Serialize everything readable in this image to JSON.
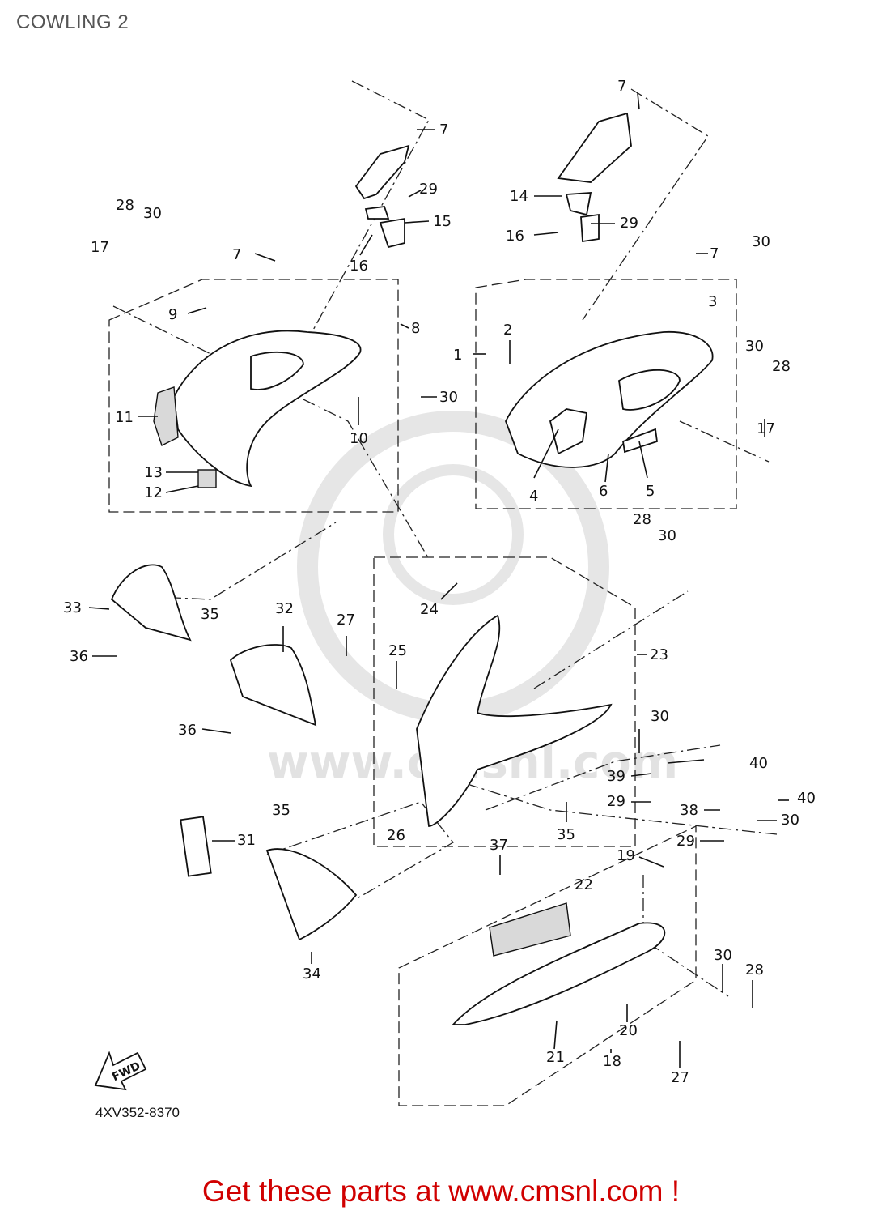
{
  "title": "COWLING 2",
  "part_code": "4XV352-8370",
  "promo": "Get these parts at www.cmsnl.com !",
  "watermark": "www.cmsnl.com",
  "fwd_label": "FWD",
  "callouts": [
    "1",
    "2",
    "3",
    "4",
    "5",
    "6",
    "7",
    "7",
    "7",
    "7",
    "8",
    "9",
    "10",
    "11",
    "12",
    "13",
    "14",
    "15",
    "16",
    "16",
    "17",
    "17",
    "18",
    "19",
    "20",
    "21",
    "22",
    "23",
    "24",
    "25",
    "26",
    "27",
    "27",
    "28",
    "28",
    "28",
    "28",
    "29",
    "29",
    "29",
    "29",
    "30",
    "30",
    "30",
    "30",
    "30",
    "30",
    "30",
    "30",
    "31",
    "32",
    "33",
    "34",
    "35",
    "35",
    "35",
    "36",
    "36",
    "37",
    "38",
    "39",
    "40",
    "40"
  ]
}
